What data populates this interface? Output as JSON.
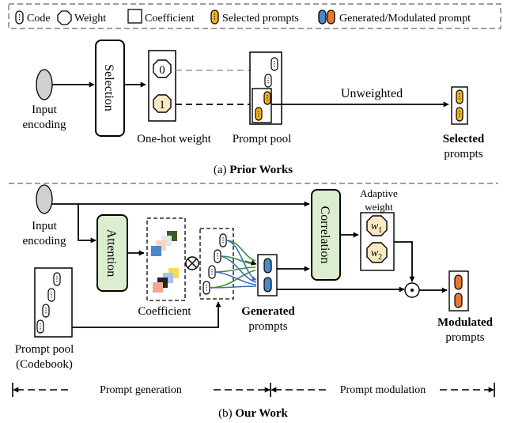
{
  "legend": {
    "code": "Code",
    "weight": "Weight",
    "coefficient": "Coefficient",
    "selected": "Selected prompts",
    "generated": "Generated/Modulated prompt"
  },
  "prior": {
    "input_line1": "Input",
    "input_line2": "encoding",
    "selection": "Selection",
    "zero": "0",
    "one": "1",
    "one_hot": "One-hot weight",
    "pool": "Prompt pool",
    "unweighted": "Unweighted",
    "selected_bold": "Selected",
    "selected_rest": "prompts",
    "caption_prefix": "(a) ",
    "caption_bold": "Prior Works"
  },
  "ours": {
    "input_line1": "Input",
    "input_line2": "encoding",
    "attention": "Attention",
    "coefficient": "Coefficient",
    "pool_line1": "Prompt pool",
    "pool_line2": "(Codebook)",
    "generated_colored": "Generated",
    "generated_rest": "prompts",
    "correlation": "Correlation",
    "adaptive_line1": "Adaptive",
    "adaptive_line2": "weight",
    "w1_base": "w",
    "w1_sub": "1",
    "w2_base": "w",
    "w2_sub": "2",
    "modulated_colored": "Modulated",
    "modulated_rest": "prompts",
    "phase1": "Prompt generation",
    "phase2": "Prompt modulation",
    "caption_prefix": "(b) ",
    "caption_bold": "Our Work"
  },
  "colors": {
    "gold": "#f2b41c",
    "gold_light": "#fbe9c4",
    "blue": "#4a88c7",
    "orange": "#e9772d",
    "green_box": "#dbeed0",
    "generated_text": "#4a88c7",
    "modulated_text": "#e9772d",
    "arrow_blue": "#3e6fb5",
    "arrow_green": "#3f8f3f"
  }
}
